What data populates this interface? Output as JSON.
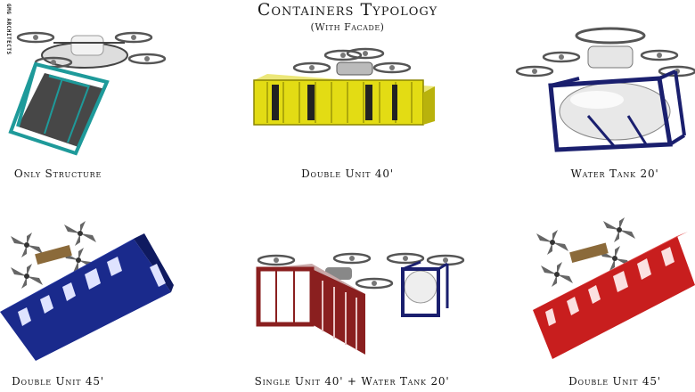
{
  "header": {
    "title": "Containers Typology",
    "subtitle": "(With Facade)"
  },
  "watermark": "GMG ARCHITECTS",
  "items": [
    {
      "caption": "Only Structure",
      "color": "#1e9a9a"
    },
    {
      "caption": "Double Unit 40'",
      "color": "#e3dc14"
    },
    {
      "caption": "Water Tank 20'",
      "color": "#1a1f6e"
    },
    {
      "caption": "Double Unit 45'",
      "color": "#1a2a8c"
    },
    {
      "caption": "Single Unit 40' + Water Tank 20'",
      "color": "#8a1f1f"
    },
    {
      "caption": "Double Unit 45'",
      "color": "#c81e1e"
    }
  ],
  "icons": [
    "drone-icon",
    "container-icon",
    "water-tank-icon"
  ]
}
